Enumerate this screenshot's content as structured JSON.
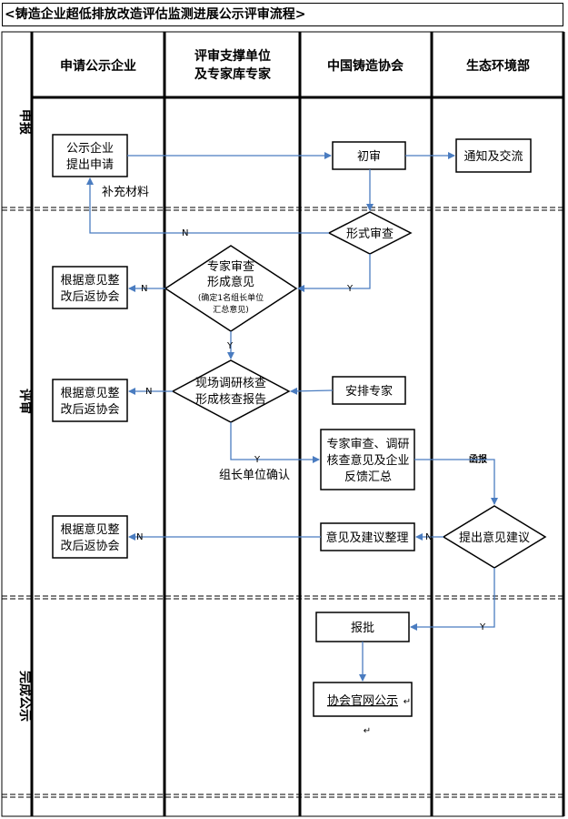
{
  "title": "<铸造企业超低排放改造评估监测进展公示评审流程>",
  "lanes": [
    "申请公示企业",
    "评审支撑单位",
    "及专家库专家",
    "中国铸造协会",
    "生态环境部"
  ],
  "phases": [
    "申报",
    "评审",
    "完成公示"
  ],
  "nodes": {
    "apply_l1": "公示企业",
    "apply_l2": "提出申请",
    "initial": "初审",
    "notify": "通知及交流",
    "supplement": "补充材料",
    "form_check": "形式审查",
    "expert_l1": "专家审查",
    "expert_l2": "形成意见",
    "expert_l3": "(确定1名组长单位",
    "expert_l4": "汇总意见)",
    "revise1_l1": "根据意见整",
    "revise1_l2": "改后返协会",
    "site_l1": "现场调研核查",
    "site_l2": "形成核查报告",
    "arrange": "安排专家",
    "revise2_l1": "根据意见整",
    "revise2_l2": "改后返协会",
    "summary_l1": "专家审查、调研",
    "summary_l2": "核查意见及企业",
    "summary_l3": "反馈汇总",
    "leader_confirm": "组长单位确认",
    "report_letter": "函报",
    "opinions": "意见及建议整理",
    "propose": "提出意见建议",
    "revise3_l1": "根据意见整",
    "revise3_l2": "改后返协会",
    "approve": "报批",
    "publish": "协会官网公示",
    "mark_publish": "↵",
    "mark_para": "↵"
  },
  "edge_labels": {
    "n1": "N",
    "y1": "Y",
    "n2": "N",
    "y2": "Y",
    "n3": "N",
    "y3": "Y",
    "n4": "N",
    "n5": "N",
    "y4": "Y"
  },
  "colors": {
    "line": "#000000",
    "arrow": "#4a7cc0"
  }
}
